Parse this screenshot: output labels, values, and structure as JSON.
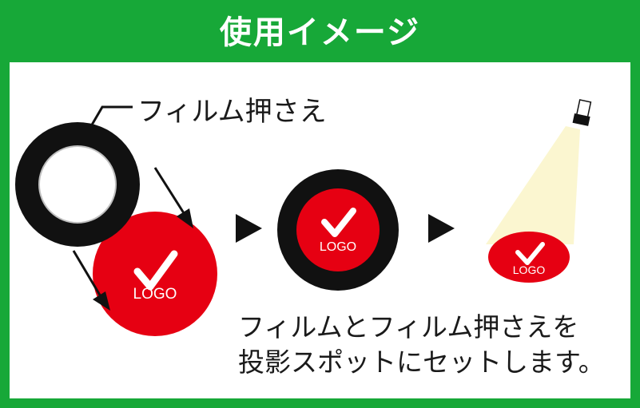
{
  "title": "使用イメージ",
  "callout_label": "フィルム押さえ",
  "caption_lines": [
    "フィルムとフィルム押さえを",
    "投影スポットにセットします。"
  ],
  "logo_text": "LOGO",
  "colors": {
    "frame_green": "#17a838",
    "logo_red": "#e60012",
    "ring_black": "#111111",
    "light_beam": "#fbf6d0"
  }
}
